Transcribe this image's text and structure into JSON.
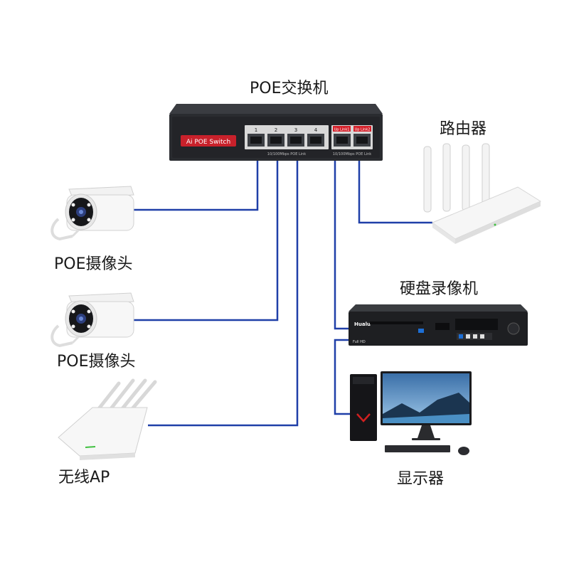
{
  "labels": {
    "switch": "POE交换机",
    "router": "路由器",
    "camera_1": "POE摄像头",
    "camera_2": "POE摄像头",
    "nvr": "硬盘录像机",
    "ap": "无线AP",
    "monitor": "显示器"
  },
  "switch_panel": {
    "brand_badge": "Ai POE Switch",
    "port_numbers": [
      "1",
      "2",
      "3",
      "4"
    ],
    "uplink_labels": [
      "Up Link1",
      "Up Link2"
    ],
    "poe_caption": "10/100Mbps POE Link",
    "uplink_caption": "10/100Mbps POE Link"
  },
  "nvr_panel": {
    "brand": "Hualu",
    "model_tag": "Full HD"
  },
  "colors": {
    "link_line": "#1f3fa8",
    "switch_body": "#2a2c30",
    "badge_red": "#c8212b",
    "uplink_red": "#d4202a",
    "label_text": "#1a1a1a"
  },
  "icons": {
    "switch": "poe-switch-icon",
    "router": "router-icon",
    "camera": "bullet-camera-icon",
    "ap": "wireless-ap-icon",
    "nvr": "nvr-recorder-icon",
    "pc": "pc-tower-icon",
    "monitor": "monitor-icon"
  }
}
